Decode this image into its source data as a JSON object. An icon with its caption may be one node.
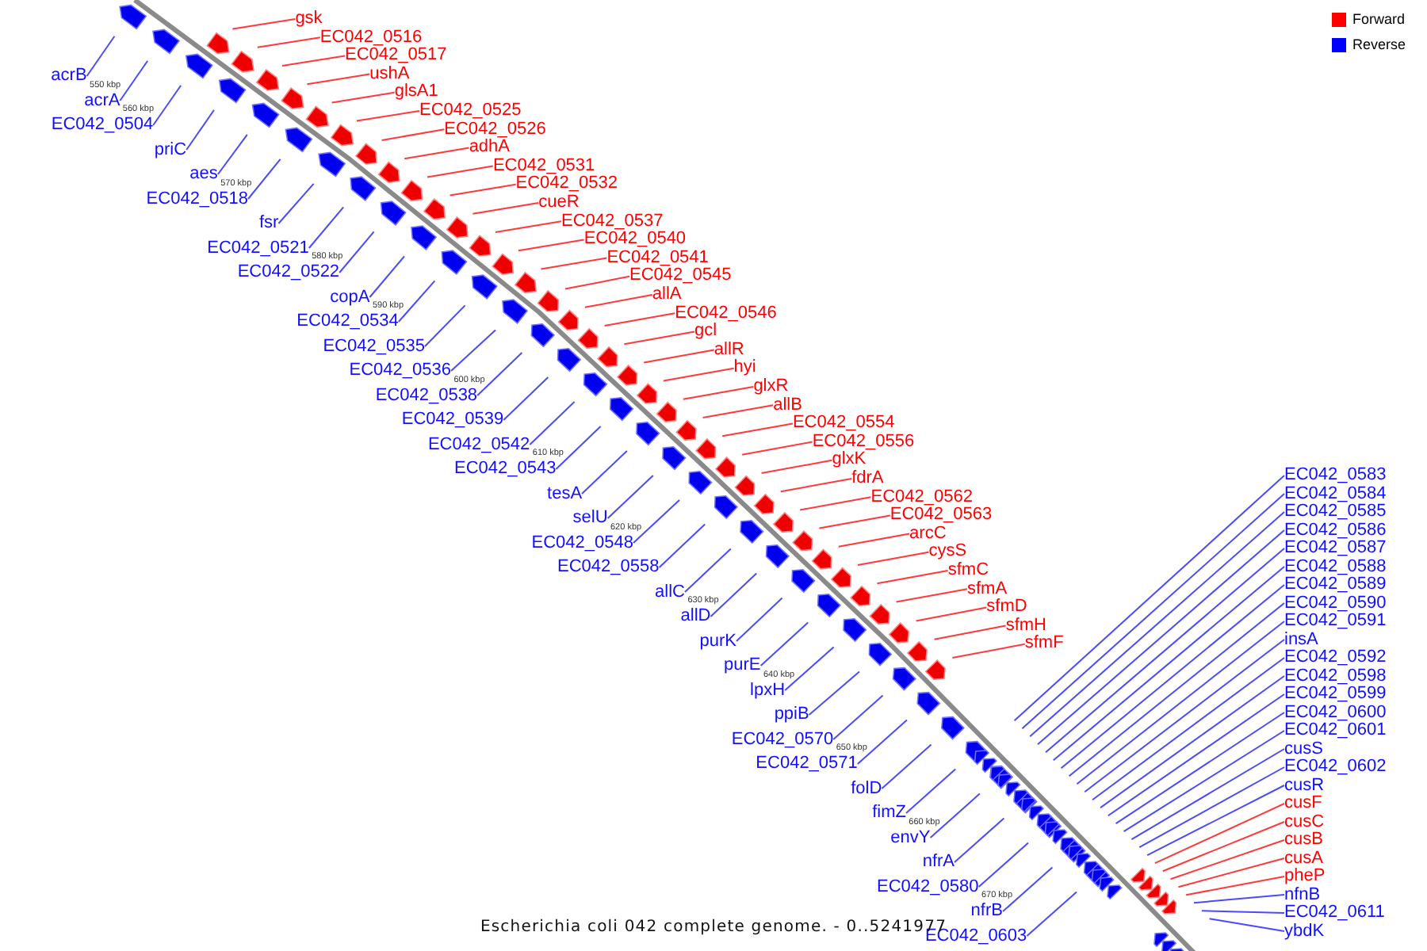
{
  "diagram": {
    "caption": "Escherichia coli 042 complete genome. - 0..5241977",
    "nodes": [
      {
        "text": [
          "gsk"
        ]
      },
      {
        "text": [
          "EC042_0516"
        ]
      },
      {
        "text": [
          "EC042_0517"
        ]
      },
      {
        "text": [
          "ushA"
        ]
      },
      {
        "text": [
          "glsA1"
        ]
      },
      {
        "text": [
          "EC042_0525"
        ]
      },
      {
        "text": [
          "EC042_0526"
        ]
      },
      {
        "text": [
          "adhA"
        ]
      },
      {
        "text": [
          "EC042_0531"
        ]
      },
      {
        "text": [
          "EC042_0532"
        ]
      },
      {
        "text": [
          "cueR"
        ]
      },
      {
        "text": [
          "EC042_0537"
        ]
      },
      {
        "text": [
          "EC042_0540"
        ]
      },
      {
        "text": [
          "EC042_0541"
        ]
      },
      {
        "text": [
          "EC042_0545"
        ]
      },
      {
        "text": [
          "allA"
        ]
      },
      {
        "text": [
          "EC042_0546"
        ]
      },
      {
        "text": [
          "gcl"
        ]
      },
      {
        "text": [
          "allR"
        ]
      },
      {
        "text": [
          "hyi"
        ]
      },
      {
        "text": [
          "glxR"
        ]
      },
      {
        "text": [
          "allB"
        ]
      },
      {
        "text": [
          "EC042_0554"
        ]
      },
      {
        "text": [
          "EC042_0556"
        ]
      },
      {
        "text": [
          "glxK"
        ]
      },
      {
        "text": [
          "fdrA"
        ]
      },
      {
        "text": [
          "EC042_0562"
        ]
      },
      {
        "text": [
          "EC042_0563"
        ]
      },
      {
        "text": [
          "arcC"
        ]
      },
      {
        "text": [
          "cysS"
        ]
      },
      {
        "text": [
          "sfmC"
        ]
      },
      {
        "text": [
          "sfmA"
        ]
      },
      {
        "text": [
          "sfmD"
        ]
      },
      {
        "text": [
          "sfmH"
        ]
      },
      {
        "text": [
          "sfmF"
        ]
      },
      {
        "text": [
          "acrB"
        ]
      },
      {
        "text": [
          "acrA"
        ]
      },
      {
        "text": [
          "EC042_0504"
        ]
      },
      {
        "text": [
          "priC"
        ]
      },
      {
        "text": [
          "aes"
        ]
      },
      {
        "text": [
          "EC042_0518"
        ]
      },
      {
        "text": [
          "fsr"
        ]
      },
      {
        "text": [
          "EC042_0521"
        ]
      },
      {
        "text": [
          "EC042_0522"
        ]
      },
      {
        "text": [
          "copA"
        ]
      },
      {
        "text": [
          "EC042_0534"
        ]
      },
      {
        "text": [
          "EC042_0535"
        ]
      },
      {
        "text": [
          "EC042_0536"
        ]
      },
      {
        "text": [
          "EC042_0538"
        ]
      },
      {
        "text": [
          "EC042_0539"
        ]
      },
      {
        "text": [
          "EC042_0542"
        ]
      },
      {
        "text": [
          "EC042_0543"
        ]
      },
      {
        "text": [
          "tesA"
        ]
      },
      {
        "text": [
          "selU"
        ]
      },
      {
        "text": [
          "EC042_0548"
        ]
      },
      {
        "text": [
          "EC042_0558"
        ]
      },
      {
        "text": [
          "allC"
        ]
      },
      {
        "text": [
          "allD"
        ]
      },
      {
        "text": [
          "purK"
        ]
      },
      {
        "text": [
          "purE"
        ]
      },
      {
        "text": [
          "lpxH"
        ]
      },
      {
        "text": [
          "ppiB"
        ]
      },
      {
        "text": [
          "EC042_0570"
        ]
      },
      {
        "text": [
          "EC042_0571"
        ]
      },
      {
        "text": [
          "folD"
        ]
      },
      {
        "text": [
          "fimZ"
        ]
      },
      {
        "text": [
          "envY"
        ]
      },
      {
        "text": [
          "nfrA"
        ]
      },
      {
        "text": [
          "EC042_0580"
        ]
      },
      {
        "text": [
          "nfrB"
        ]
      },
      {
        "text": [
          "EC042_0603"
        ]
      },
      {
        "text": [
          "EC042_0583"
        ]
      },
      {
        "text": [
          "EC042_0584"
        ]
      },
      {
        "text": [
          "EC042_0585"
        ]
      },
      {
        "text": [
          "EC042_0586"
        ]
      },
      {
        "text": [
          "EC042_0587"
        ]
      },
      {
        "text": [
          "EC042_0588"
        ]
      },
      {
        "text": [
          "EC042_0589"
        ]
      },
      {
        "text": [
          "EC042_0590"
        ]
      },
      {
        "text": [
          "EC042_0591"
        ]
      },
      {
        "text": [
          "insA"
        ]
      },
      {
        "text": [
          "EC042_0592"
        ]
      },
      {
        "text": [
          "EC042_0598"
        ]
      },
      {
        "text": [
          "EC042_0599"
        ]
      },
      {
        "text": [
          "EC042_0600"
        ]
      },
      {
        "text": [
          "EC042_0601"
        ]
      },
      {
        "text": [
          "cusS"
        ]
      },
      {
        "text": [
          "EC042_0602"
        ]
      },
      {
        "text": [
          "cusR"
        ]
      },
      {
        "text": [
          "cusF"
        ]
      },
      {
        "text": [
          "cusC"
        ]
      },
      {
        "text": [
          "cusB"
        ]
      },
      {
        "text": [
          "cusA"
        ]
      },
      {
        "text": [
          "pheP"
        ]
      },
      {
        "text": [
          "nfnB"
        ]
      },
      {
        "text": [
          "EC042_0611"
        ]
      },
      {
        "text": [
          "ybdK"
        ]
      }
    ],
    "edges": [
      {
        "from": 0,
        "to": null,
        "arrow": "none",
        "color": "#ff3a3a"
      },
      {
        "from": 1,
        "to": null,
        "arrow": "none",
        "color": "#ff3a3a"
      },
      {
        "from": 2,
        "to": null,
        "arrow": "none",
        "color": "#ff3a3a"
      },
      {
        "from": 3,
        "to": null,
        "arrow": "none",
        "color": "#ff3a3a"
      },
      {
        "from": 4,
        "to": null,
        "arrow": "none",
        "color": "#ff3a3a"
      },
      {
        "from": 5,
        "to": null,
        "arrow": "none",
        "color": "#ff3a3a"
      },
      {
        "from": 6,
        "to": null,
        "arrow": "none",
        "color": "#ff3a3a"
      },
      {
        "from": 7,
        "to": null,
        "arrow": "none",
        "color": "#ff3a3a"
      },
      {
        "from": 8,
        "to": null,
        "arrow": "none",
        "color": "#ff3a3a"
      },
      {
        "from": 9,
        "to": null,
        "arrow": "none",
        "color": "#ff3a3a"
      },
      {
        "from": 10,
        "to": null,
        "arrow": "none",
        "color": "#ff3a3a"
      },
      {
        "from": 11,
        "to": null,
        "arrow": "none",
        "color": "#ff3a3a"
      },
      {
        "from": 12,
        "to": null,
        "arrow": "none",
        "color": "#ff3a3a"
      },
      {
        "from": 13,
        "to": null,
        "arrow": "none",
        "color": "#ff3a3a"
      },
      {
        "from": 14,
        "to": null,
        "arrow": "none",
        "color": "#ff3a3a"
      },
      {
        "from": 15,
        "to": null,
        "arrow": "none",
        "color": "#ff3a3a"
      },
      {
        "from": 16,
        "to": null,
        "arrow": "none",
        "color": "#ff3a3a"
      },
      {
        "from": 17,
        "to": null,
        "arrow": "none",
        "color": "#ff3a3a"
      },
      {
        "from": 18,
        "to": null,
        "arrow": "none",
        "color": "#ff3a3a"
      },
      {
        "from": 19,
        "to": null,
        "arrow": "none",
        "color": "#ff3a3a"
      },
      {
        "from": 20,
        "to": null,
        "arrow": "none",
        "color": "#ff3a3a"
      },
      {
        "from": 21,
        "to": null,
        "arrow": "none",
        "color": "#ff3a3a"
      },
      {
        "from": 22,
        "to": null,
        "arrow": "none",
        "color": "#ff3a3a"
      },
      {
        "from": 23,
        "to": null,
        "arrow": "none",
        "color": "#ff3a3a"
      },
      {
        "from": 24,
        "to": null,
        "arrow": "none",
        "color": "#ff3a3a"
      },
      {
        "from": 25,
        "to": null,
        "arrow": "none",
        "color": "#ff3a3a"
      },
      {
        "from": 26,
        "to": null,
        "arrow": "none",
        "color": "#ff3a3a"
      },
      {
        "from": 27,
        "to": null,
        "arrow": "none",
        "color": "#ff3a3a"
      },
      {
        "from": 28,
        "to": null,
        "arrow": "none",
        "color": "#ff3a3a"
      },
      {
        "from": 29,
        "to": null,
        "arrow": "none",
        "color": "#ff3a3a"
      },
      {
        "from": 30,
        "to": null,
        "arrow": "none",
        "color": "#ff3a3a"
      },
      {
        "from": 31,
        "to": null,
        "arrow": "none",
        "color": "#ff3a3a"
      },
      {
        "from": 32,
        "to": null,
        "arrow": "none",
        "color": "#ff3a3a"
      },
      {
        "from": 33,
        "to": null,
        "arrow": "none",
        "color": "#ff3a3a"
      },
      {
        "from": 34,
        "to": null,
        "arrow": "none",
        "color": "#ff3a3a"
      },
      {
        "from": 35,
        "to": null,
        "arrow": "none"
      },
      {
        "from": 36,
        "to": null,
        "arrow": "none"
      },
      {
        "from": 37,
        "to": null,
        "arrow": "none"
      },
      {
        "from": 38,
        "to": null,
        "arrow": "none"
      },
      {
        "from": 39,
        "to": null,
        "arrow": "none"
      },
      {
        "from": 40,
        "to": null,
        "arrow": "none"
      },
      {
        "from": 41,
        "to": null,
        "arrow": "none"
      },
      {
        "from": 42,
        "to": null,
        "arrow": "none"
      },
      {
        "from": 43,
        "to": null,
        "arrow": "none"
      },
      {
        "from": 44,
        "to": null,
        "arrow": "none"
      },
      {
        "from": 45,
        "to": null,
        "arrow": "none"
      },
      {
        "from": 46,
        "to": null,
        "arrow": "none"
      },
      {
        "from": 47,
        "to": null,
        "arrow": "none"
      },
      {
        "from": 48,
        "to": null,
        "arrow": "none"
      },
      {
        "from": 49,
        "to": null,
        "arrow": "none"
      },
      {
        "from": 50,
        "to": null,
        "arrow": "none"
      },
      {
        "from": 51,
        "to": null,
        "arrow": "none"
      },
      {
        "from": 52,
        "to": null,
        "arrow": "none"
      },
      {
        "from": 53,
        "to": null,
        "arrow": "none"
      },
      {
        "from": 54,
        "to": null,
        "arrow": "none"
      },
      {
        "from": 55,
        "to": null,
        "arrow": "none"
      },
      {
        "from": 56,
        "to": null,
        "arrow": "none"
      },
      {
        "from": 57,
        "to": null,
        "arrow": "none"
      },
      {
        "from": 58,
        "to": null,
        "arrow": "none"
      },
      {
        "from": 59,
        "to": null,
        "arrow": "none"
      },
      {
        "from": 60,
        "to": null,
        "arrow": "none"
      },
      {
        "from": 61,
        "to": null,
        "arrow": "none"
      },
      {
        "from": 62,
        "to": null,
        "arrow": "none"
      },
      {
        "from": 63,
        "to": null,
        "arrow": "none"
      },
      {
        "from": 64,
        "to": null,
        "arrow": "none"
      },
      {
        "from": 65,
        "to": null,
        "arrow": "none"
      },
      {
        "from": 66,
        "to": null,
        "arrow": "none"
      },
      {
        "from": 67,
        "to": null,
        "arrow": "none"
      },
      {
        "from": 68,
        "to": null,
        "arrow": "none"
      },
      {
        "from": 69,
        "to": null,
        "arrow": "none"
      },
      {
        "from": 70,
        "to": null,
        "arrow": "none"
      },
      {
        "from": 71,
        "to": null,
        "arrow": "none"
      },
      {
        "from": 72,
        "to": null,
        "arrow": "none"
      },
      {
        "from": 73,
        "to": null,
        "arrow": "none"
      },
      {
        "from": 74,
        "to": null,
        "arrow": "none"
      },
      {
        "from": 75,
        "to": null,
        "arrow": "none"
      },
      {
        "from": 76,
        "to": null,
        "arrow": "none"
      },
      {
        "from": 77,
        "to": null,
        "arrow": "none"
      },
      {
        "from": 78,
        "to": null,
        "arrow": "none"
      },
      {
        "from": 79,
        "to": null,
        "arrow": "none"
      },
      {
        "from": 80,
        "to": null,
        "arrow": "none"
      },
      {
        "from": 81,
        "to": null,
        "arrow": "none"
      },
      {
        "from": 82,
        "to": null,
        "arrow": "none"
      },
      {
        "from": 83,
        "to": null,
        "arrow": "none"
      },
      {
        "from": 84,
        "to": null,
        "arrow": "none"
      },
      {
        "from": 85,
        "to": null,
        "arrow": "none"
      },
      {
        "from": 86,
        "to": null,
        "arrow": "none"
      },
      {
        "from": 87,
        "to": null,
        "arrow": "none"
      },
      {
        "from": 88,
        "to": null,
        "arrow": "none"
      },
      {
        "from": 89,
        "to": null,
        "arrow": "none",
        "color": "#ff3a3a"
      },
      {
        "from": 90,
        "to": null,
        "arrow": "none",
        "color": "#ff3a3a"
      },
      {
        "from": 91,
        "to": null,
        "arrow": "none",
        "color": "#ff3a3a"
      },
      {
        "from": 92,
        "to": null,
        "arrow": "none",
        "color": "#ff3a3a"
      },
      {
        "from": 93,
        "to": null,
        "arrow": "none",
        "color": "#ff3a3a"
      },
      {
        "from": 94,
        "to": null,
        "arrow": "none"
      },
      {
        "from": 95,
        "to": null,
        "arrow": "none"
      },
      {
        "from": 96,
        "to": null,
        "arrow": "none"
      }
    ],
    "labels": [
      "550 kbp",
      "560 kbp",
      "570 kbp",
      "580 kbp",
      "590 kbp",
      "600 kbp",
      "610 kbp",
      "620 kbp",
      "630 kbp",
      "640 kbp",
      "650 kbp",
      "660 kbp",
      "670 kbp"
    ],
    "legend": [
      {
        "text": "Forward",
        "color": "#ff0000"
      },
      {
        "text": "Reverse",
        "color": "#0000ff"
      }
    ]
  }
}
